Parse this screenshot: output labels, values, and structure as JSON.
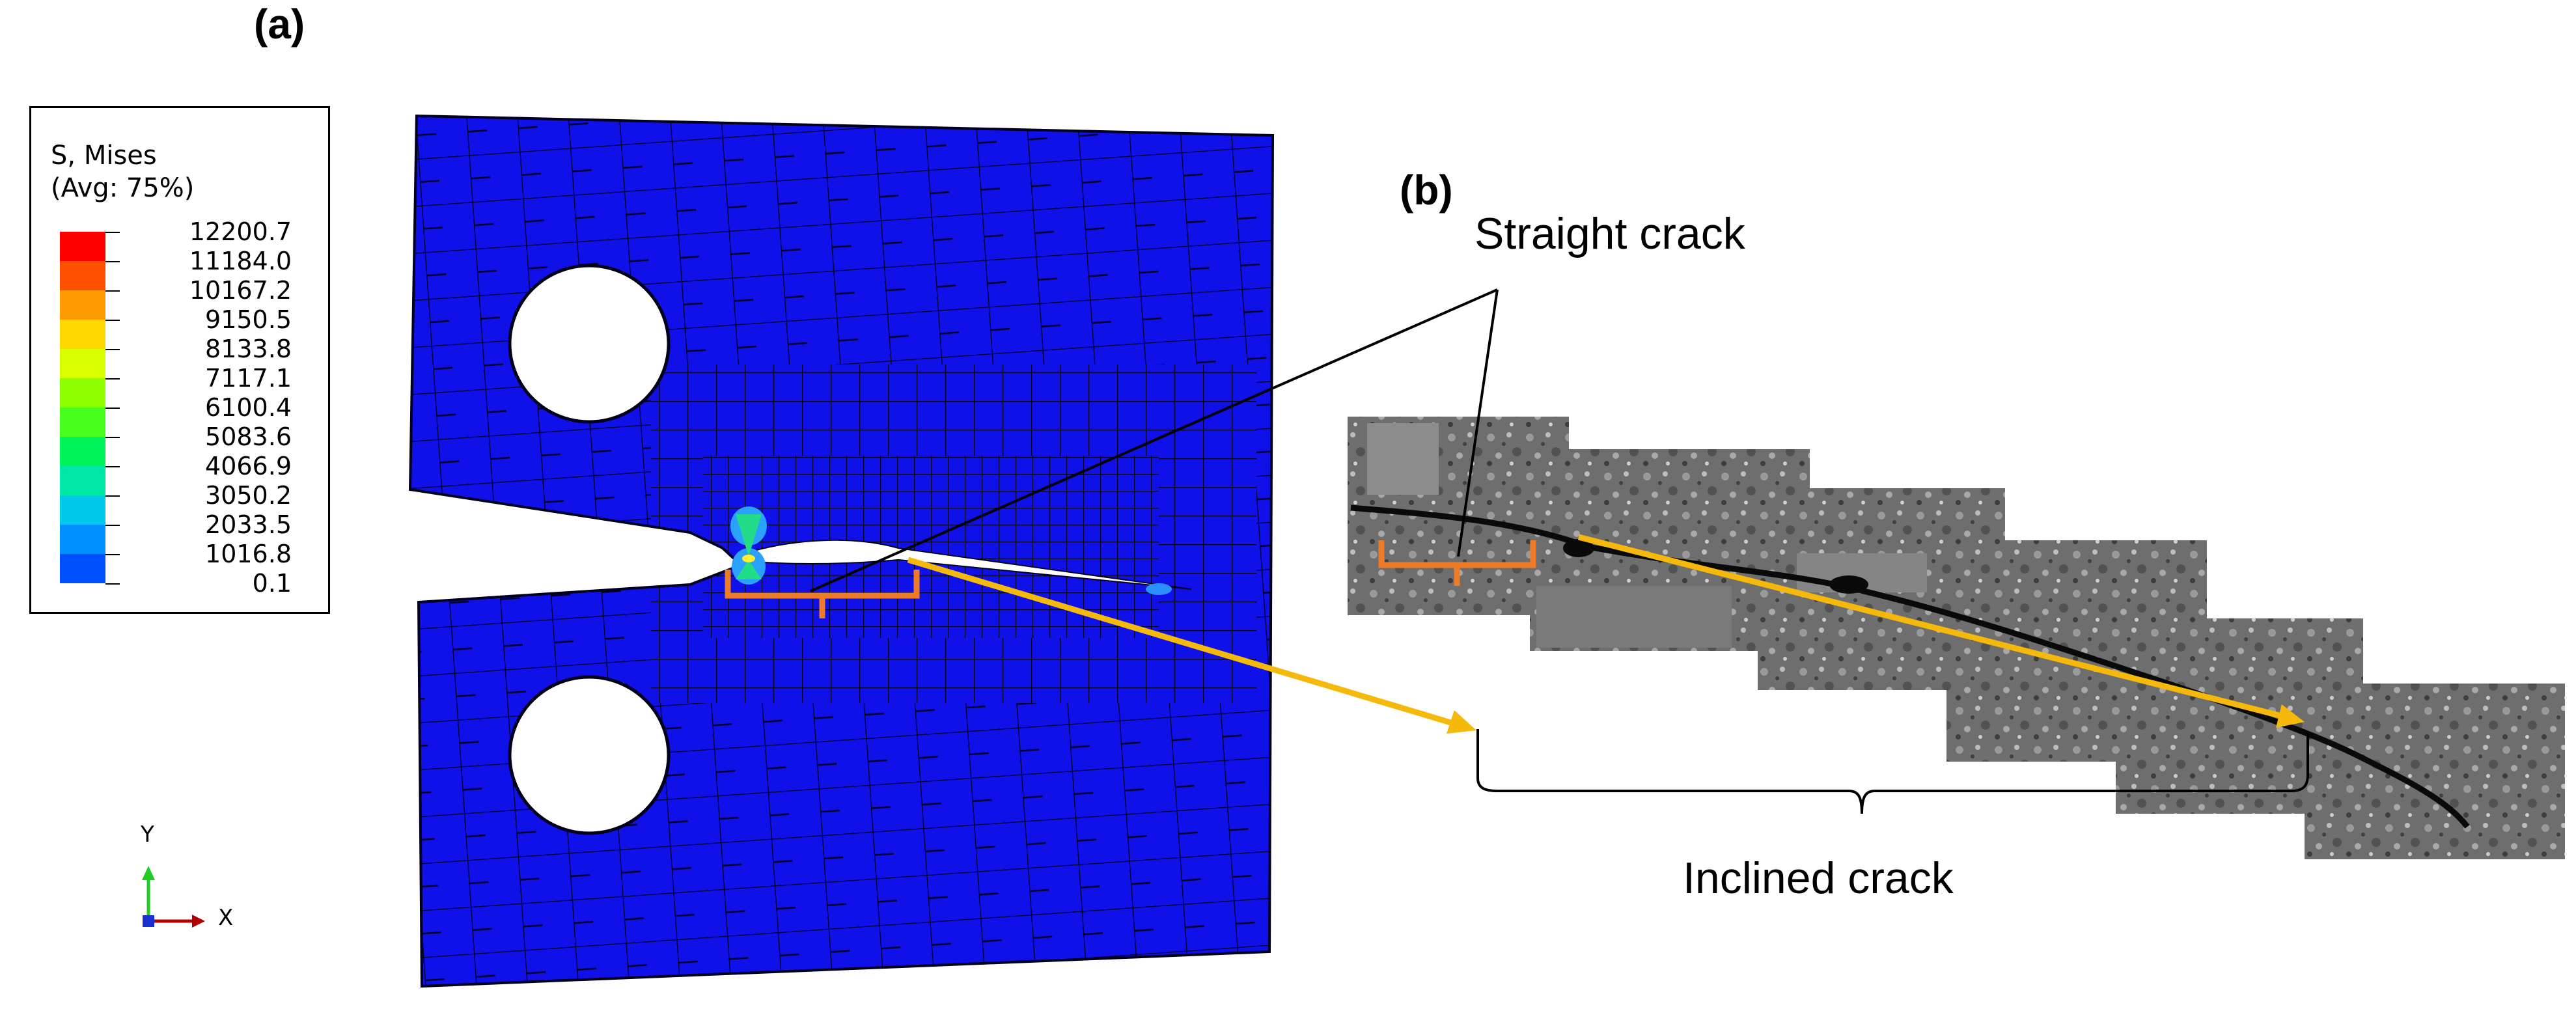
{
  "panel_labels": {
    "a": "(a)",
    "b": "(b)"
  },
  "legend": {
    "title_line1": "S, Mises",
    "title_line2": "(Avg: 75%)",
    "values": [
      "12200.7",
      "11184.0",
      "10167.2",
      "9150.5",
      "8133.8",
      "7117.1",
      "6100.4",
      "5083.6",
      "4066.9",
      "3050.2",
      "2033.5",
      "1016.8",
      "0.1"
    ],
    "colors": [
      "#ff0000",
      "#ff5000",
      "#ff9a00",
      "#ffd800",
      "#d7ff00",
      "#8eff00",
      "#46ff1a",
      "#00f25a",
      "#00e8a8",
      "#00c8e8",
      "#0090ff",
      "#0050ff",
      "#0008ff"
    ]
  },
  "triad": {
    "y_label": "Y",
    "x_label": "X",
    "y_color": "#22cc22",
    "x_color": "#b00000",
    "z_color": "#1a2fd0"
  },
  "annotations": {
    "straight_crack": "Straight crack",
    "inclined_crack": "Inclined crack"
  },
  "colors": {
    "mesh_fill": "#1010e8",
    "mesh_line": "#000022",
    "arrow_yellow": "#f5b90c",
    "bracket_orange": "#ee7b28",
    "callout_line": "#000000"
  }
}
